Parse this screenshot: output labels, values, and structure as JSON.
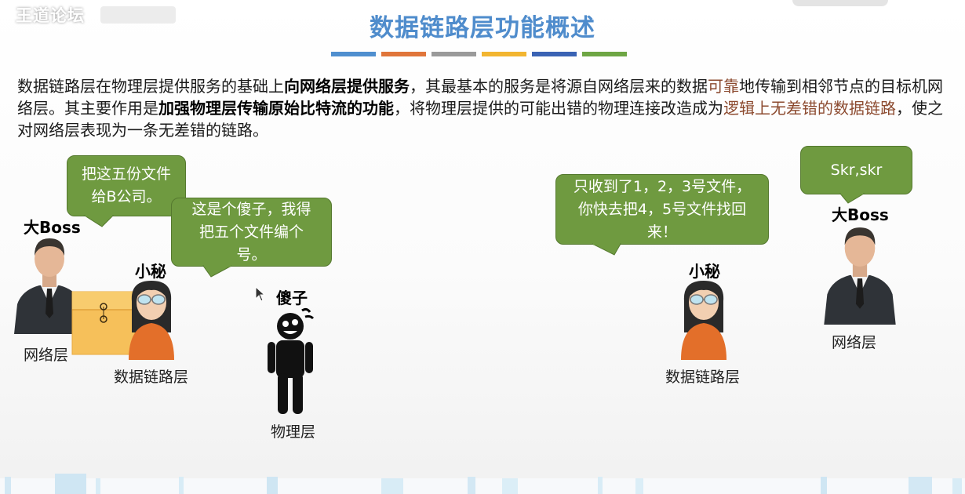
{
  "watermark": "王道论坛",
  "title": "数据链路层功能概述",
  "stripe_colors": [
    "#4f8fcf",
    "#e0753a",
    "#9a9a9a",
    "#f2b530",
    "#3a63b4",
    "#6ea644"
  ],
  "paragraph": {
    "s1": "数据链路层在物理层提供服务的基础上",
    "b1": "向网络层提供服务",
    "s2": "，其最基本的服务是将源自网络层来的数据",
    "h1": "可靠",
    "s3": "地传输到相邻节点的目标机网络层。其主要作用是",
    "b2": "加强物理层传输原始比特流的功能",
    "s4": "，将物理层提供的可能出错的物理连接改造成为",
    "h2": "逻辑上无差错的数据链路",
    "s5": "，使之对网络层表现为一条无差错的链路。"
  },
  "bubbles": {
    "left_boss": "把这五份文件给B公司。",
    "left_secretary": "这是个傻子，我得把五个文件编个号。",
    "right_secretary": "只收到了1，2，3号文件，你快去把4，5号文件找回来！",
    "right_boss": "Skr,skr"
  },
  "left": {
    "boss_role": "大Boss",
    "boss_layer": "网络层",
    "secretary_role": "小秘",
    "secretary_layer": "数据链路层"
  },
  "middle": {
    "fool_role": "傻子",
    "fool_layer": "物理层"
  },
  "right": {
    "secretary_role": "小秘",
    "secretary_layer": "数据链路层",
    "boss_role": "大Boss",
    "boss_layer": "网络层"
  },
  "colors": {
    "title": "#4f8ccc",
    "bubble": "#6f9a40",
    "highlight": "#8c4a2f"
  }
}
